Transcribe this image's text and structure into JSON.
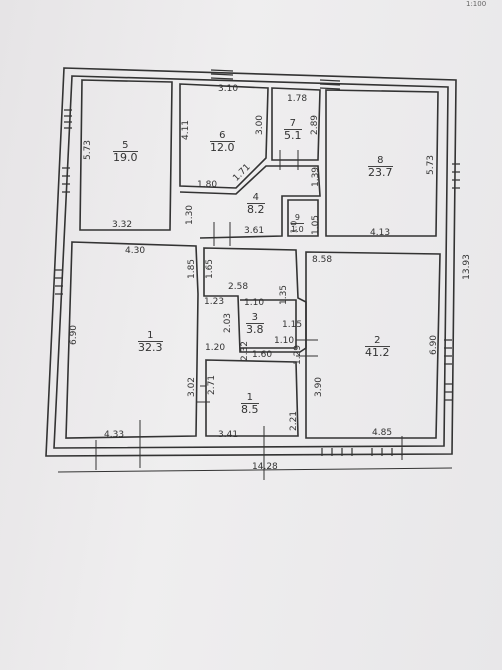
{
  "header_fragment": "1:100",
  "rooms": {
    "r1": {
      "num": "1",
      "area": "32.3"
    },
    "r1b": {
      "num": "1",
      "area": "8.5"
    },
    "r2": {
      "num": "2",
      "area": "41.2"
    },
    "r3": {
      "num": "3",
      "area": "3.8"
    },
    "r4": {
      "num": "4",
      "area": "8.2"
    },
    "r5": {
      "num": "5",
      "area": "19.0"
    },
    "r6": {
      "num": "6",
      "area": "12.0"
    },
    "r7": {
      "num": "7",
      "area": "5.1"
    },
    "r8": {
      "num": "8",
      "area": "23.7"
    },
    "r9": {
      "num": "9",
      "area": "1.0"
    }
  },
  "dims": {
    "d_310": "3.10",
    "d_178": "1.78",
    "d_573a": "5.73",
    "d_411": "4.11",
    "d_300": "3.00",
    "d_289": "2.89",
    "d_573b": "5.73",
    "d_171": "1.71",
    "d_180a": "1.80",
    "d_130": "1.30",
    "d_139": "1.39",
    "d_332": "3.32",
    "d_361": "3.61",
    "d_413": "4.13",
    "d_105": "1.05",
    "d_430": "4.30",
    "d_858": "8.58",
    "d_1393": "13.93",
    "d_185": "1.85",
    "d_165": "1.65",
    "d_258": "2.58",
    "d_135": "1.35",
    "d_123": "1.23",
    "d_110a": "1.10",
    "d_690a": "6.90",
    "d_203": "2.03",
    "d_115": "1.15",
    "d_690b": "6.90",
    "d_120": "1.20",
    "d_232": "2.32",
    "d_160": "1.60",
    "d_110b": "1.10",
    "d_129": "1.29",
    "d_302": "3.02",
    "d_271": "2.71",
    "d_390": "3.90",
    "d_221": "2.21",
    "d_433": "4.33",
    "d_341": "3.41",
    "d_485": "4.85",
    "d_1428": "14.28",
    "d_10": "1.0"
  }
}
